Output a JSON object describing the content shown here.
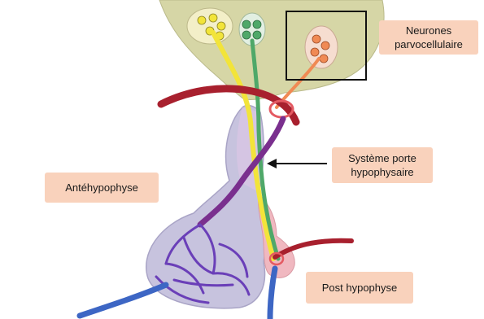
{
  "labels": {
    "neurones": [
      "Neurones",
      "parvocellulaire"
    ],
    "systeme": [
      "Système porte",
      "hypophysaire"
    ],
    "ante": "Antéhypophyse",
    "post": "Post hypophyse"
  },
  "colors": {
    "label_bg": "#f9d2bc",
    "hypothalamus": "#d6d6a6",
    "artery": "#a8202e",
    "portal_vein": "#7a2f8e",
    "vein": "#3d66c4",
    "yellow_axon": "#f2e43a",
    "green_axon": "#4fa869",
    "orange_axon": "#f08a54",
    "gland": "#c7c3de"
  }
}
